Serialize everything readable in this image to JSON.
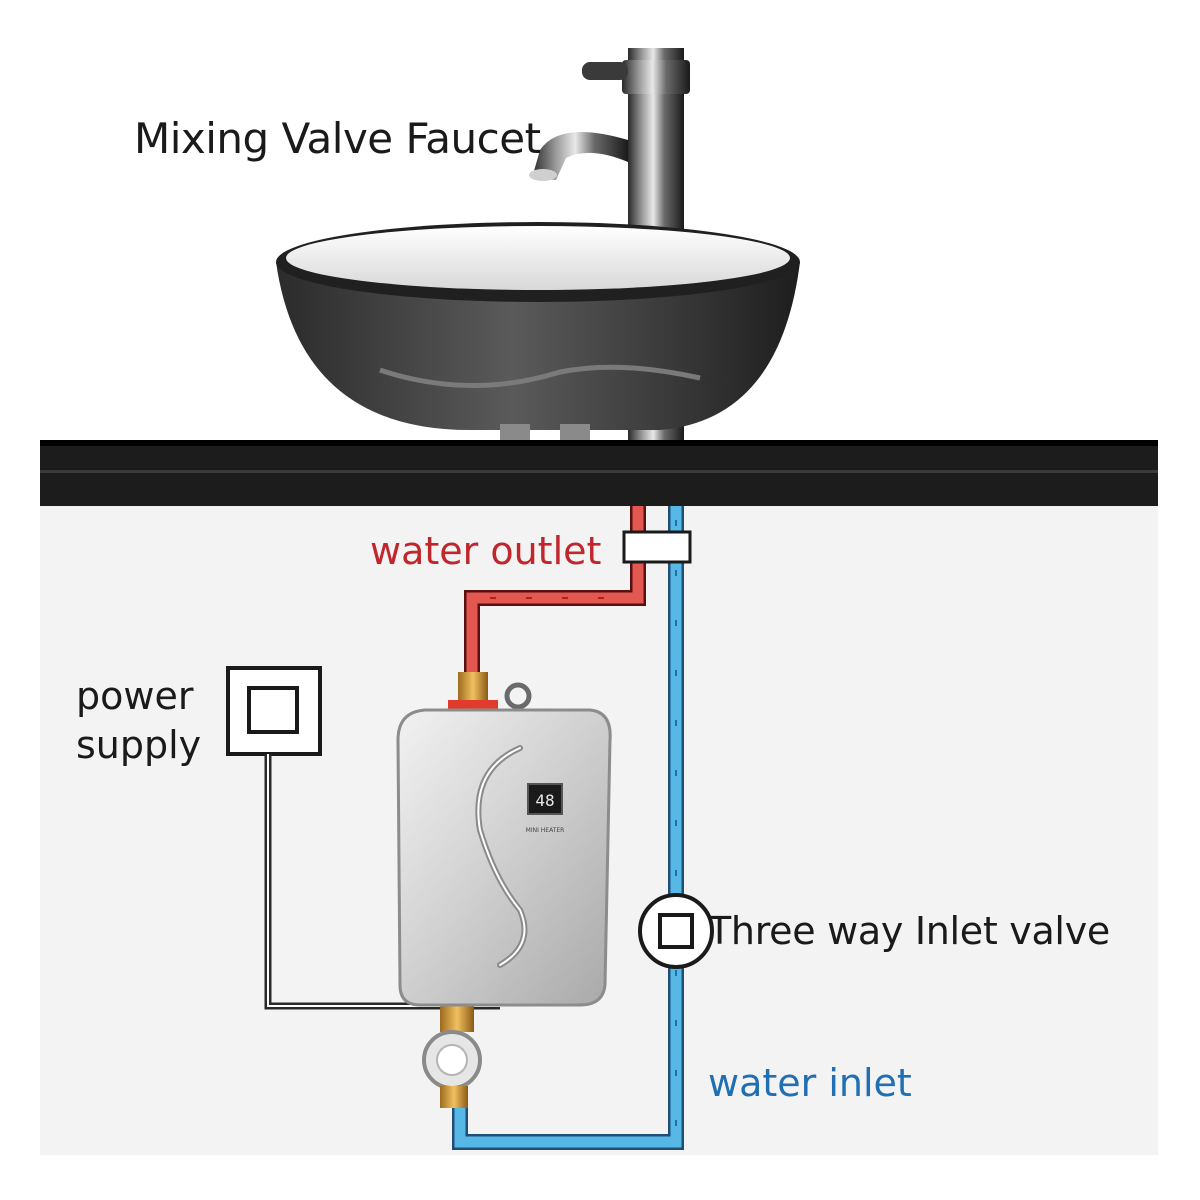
{
  "labels": {
    "faucet": "Mixing Valve Faucet",
    "water_outlet": "water outlet",
    "power_supply_line1": "power",
    "power_supply_line2": "supply",
    "three_way_valve": "Three way Inlet valve",
    "water_inlet": "water inlet"
  },
  "heater": {
    "display_reading": "48",
    "badge_text": "MINI HEATER"
  },
  "colors": {
    "hot_pipe": "#d9433f",
    "cold_pipe": "#4aa8d8",
    "outlet_text": "#c0272d",
    "inlet_text": "#1f6fb2",
    "countertop": "#1c1c1c"
  }
}
